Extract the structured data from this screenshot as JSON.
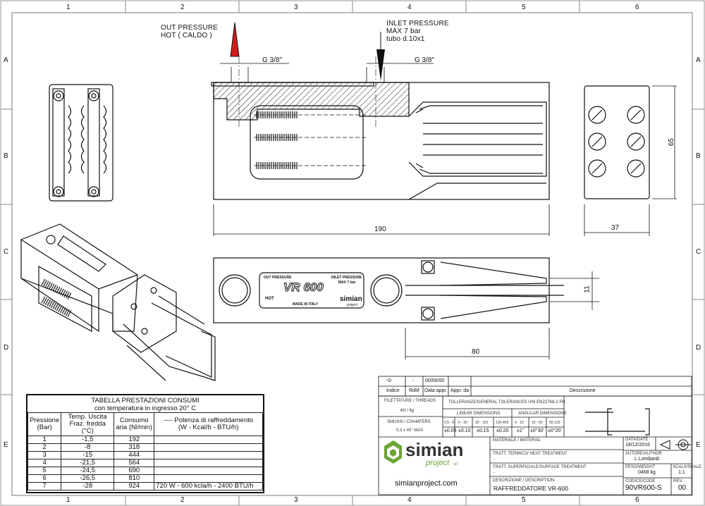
{
  "grid": {
    "columns": [
      "1",
      "2",
      "3",
      "4",
      "5",
      "6"
    ],
    "rows": [
      "A",
      "B",
      "C",
      "D",
      "E"
    ]
  },
  "annotations": {
    "out_pressure_line1": "OUT PRESSURE",
    "out_pressure_line2": "HOT ( CALDO )",
    "inlet_line1": "INLET PRESSURE",
    "inlet_line2": "MAX 7 bar",
    "inlet_line3": "tubo d.10x1",
    "thread_left": "G 3/8\"",
    "thread_right": "G 3/8\""
  },
  "dimensions": {
    "length": "190",
    "height": "65",
    "width": "37",
    "gap": "11",
    "nozzle": "80"
  },
  "plate": {
    "out_pressure": "OUT PRESSURE",
    "inlet_pressure": "INLET PRESSURE",
    "max": "MAX 7 bar",
    "model": "VR 600",
    "hot": "HOT",
    "made_in": "MADE IN ITALY",
    "brand": "simian",
    "brand_sub": "project"
  },
  "perf_table": {
    "title": "TABELLA PRESTAZIONI CONSUMI",
    "subtitle": "con temperatura in ingresso 20° C",
    "headers": [
      [
        "Pressione",
        "(Bar)"
      ],
      [
        "Temp. Uscita",
        "Fraz. fredda (°C)"
      ],
      [
        "Consumo",
        "aria (Nl/min)"
      ],
      [
        "----  Potenza di raffreddamento",
        "(W - Kcal/h - BTU/h)"
      ]
    ],
    "rows": [
      [
        "1",
        "-1,5",
        "192",
        ""
      ],
      [
        "2",
        "-8",
        "318",
        ""
      ],
      [
        "3",
        "-15",
        "444",
        ""
      ],
      [
        "4",
        "-21,5",
        "564",
        ""
      ],
      [
        "5",
        "-24,5",
        "690",
        ""
      ],
      [
        "6",
        "-26,5",
        "810",
        ""
      ],
      [
        "7",
        "-28",
        "924",
        "720 W - 600 kcla/h - 2400 BTU/h"
      ]
    ]
  },
  "revision_table": {
    "row": [
      "-0-",
      "-",
      "00/00/00",
      "",
      "",
      ""
    ],
    "headers": [
      "Indice",
      "RdM",
      "Data appr.",
      "Appr. da",
      "Descrizione"
    ]
  },
  "title_block": {
    "threads_label": "FILETTATURE / THREADS",
    "threads_value": "6H / 6g",
    "tolerances_label": "TOLLERANZE/GENERAL TOLERANCES  UNI EN22768-2-FH",
    "linear_label": "LINEAR DIMENSIONS",
    "angular_label": "ANGULAR DIMENSIONS",
    "linear_ranges": [
      "0,5 - 6",
      "6 - 30",
      "30 - 120",
      "120-400"
    ],
    "linear_values": [
      "±0.05",
      "±0.10",
      "±0.15",
      "±0.20"
    ],
    "angular_ranges": [
      "0 - 10",
      "10 - 50",
      "50-120"
    ],
    "angular_values": [
      "±1°",
      "±0°30'",
      "±0°20'"
    ],
    "chamfers_label": "SMUSSI / CHAMFERS",
    "chamfers_value": "0.3 x 45° MAX",
    "material_label": "MATERIALE / MATERIAL",
    "heat_label": "TRATT. TERMICO/ HEAT TREATMENT",
    "heat_value": "-",
    "surface_label": "TRATT. SUPERFICIALE/SURFACE TREATMENT",
    "surface_value": "-",
    "desc_label": "DESCRIZIONE / DESCRIPTION",
    "desc_value": "RAFFREDDATORE VR-600",
    "date_label": "DATA/DATE",
    "date_value": "18/12/2016",
    "author_label": "AUTORE/AUTHOR",
    "author_value": "L.Lombardi",
    "weight_label": "PESO/WEIGHT",
    "weight_value": "0468 kg",
    "scale_label": "SCALA/SCALE",
    "scale_value": "1:1",
    "code_label": "CODICE/CODE",
    "code_value": "90VR600-S",
    "rev_label": "REV.",
    "rev_value": "00",
    "company_name": "simian",
    "company_sub": "project",
    "company_srl": "srl",
    "website": "simianproject.com"
  },
  "colors": {
    "line": "#111111",
    "hatch": "#222222",
    "logo_green": "#6aa533",
    "arrow_red": "#d21c1c"
  }
}
